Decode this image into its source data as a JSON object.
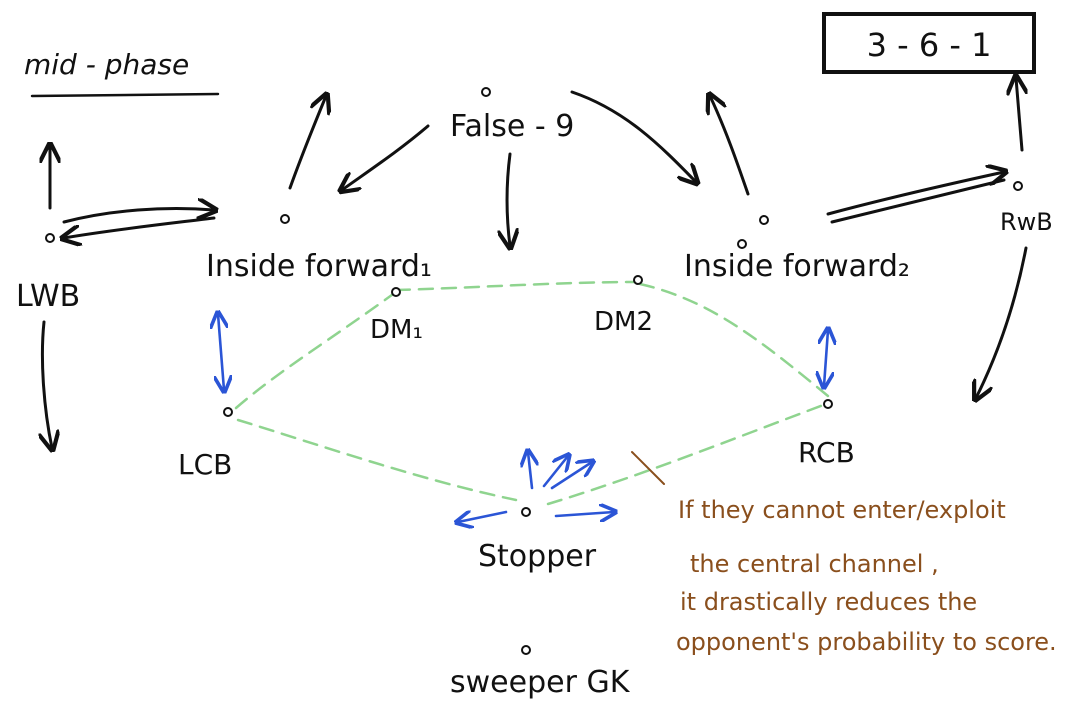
{
  "diagram": {
    "phase_title": "mid - phase",
    "formation": "3 - 6 - 1",
    "positions": {
      "lwb": "LWB",
      "false_9": "False - 9",
      "inside_forward_1": "Inside forward₁",
      "inside_forward_2": "Inside forward₂",
      "rwb": "RwB",
      "dm1": "DM₁",
      "dm2": "DM2",
      "lcb": "LCB",
      "rcb": "RCB",
      "stopper": "Stopper",
      "sweeper_gk": "sweeper GK"
    },
    "note": [
      "If they cannot enter/exploit",
      "the central channel ,",
      "it drastically reduces the",
      "opponent's probability to score."
    ],
    "colors": {
      "ink": "#111111",
      "connection_line": "#8fd48f",
      "movement_arrow": "#2b55d6",
      "note_ink": "#8a4f1d"
    }
  }
}
